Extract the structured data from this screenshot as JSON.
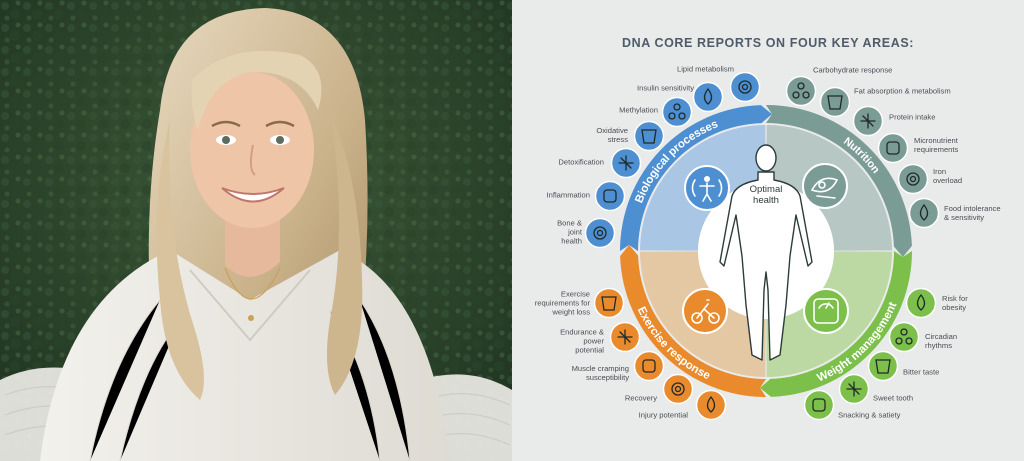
{
  "title": "DNA CORE REPORTS ON FOUR KEY AREAS:",
  "center_label": "Optimal health",
  "colors": {
    "biological": "#4d8fd1",
    "nutrition": "#7b9b95",
    "weight": "#7cc04b",
    "exercise": "#e98b2d",
    "background": "#e9eaea"
  },
  "quadrants": [
    {
      "key": "biological",
      "label": "Biological processes",
      "icon": "human-body-icon"
    },
    {
      "key": "nutrition",
      "label": "Nutrition",
      "icon": "food-icon"
    },
    {
      "key": "weight",
      "label": "Weight management",
      "icon": "scale-icon"
    },
    {
      "key": "exercise",
      "label": "Exercise response",
      "icon": "cyclist-icon"
    }
  ],
  "biological_items": [
    {
      "label": "Lipid metabolism",
      "icon": "lipid-icon"
    },
    {
      "label": "Insulin sensitivity",
      "icon": "drop-icon"
    },
    {
      "label": "Methylation",
      "icon": "molecule-icon"
    },
    {
      "label": "Oxidative stress",
      "icon": "oxidative-icon"
    },
    {
      "label": "Detoxification",
      "icon": "detox-icon"
    },
    {
      "label": "Inflammation",
      "icon": "inflammation-icon"
    },
    {
      "label": "Bone & joint health",
      "icon": "joint-icon"
    }
  ],
  "nutrition_items": [
    {
      "label": "Carbohydrate response",
      "icon": "bread-icon"
    },
    {
      "label": "Fat absorption & metabolism",
      "icon": "fat-icon"
    },
    {
      "label": "Protein intake",
      "icon": "protein-icon"
    },
    {
      "label": "Micronutrient requirements",
      "icon": "micronutrient-icon"
    },
    {
      "label": "Iron overload",
      "icon": "iron-icon"
    },
    {
      "label": "Food intolerance & sensitivity",
      "icon": "plate-icon"
    }
  ],
  "weight_items": [
    {
      "label": "Risk for obesity",
      "icon": "obesity-icon"
    },
    {
      "label": "Circadian rhythms",
      "icon": "circadian-icon"
    },
    {
      "label": "Bitter taste",
      "icon": "mouth-icon"
    },
    {
      "label": "Sweet tooth",
      "icon": "tooth-icon"
    },
    {
      "label": "Snacking & satiety",
      "icon": "utensils-icon"
    }
  ],
  "exercise_items": [
    {
      "label": "Exercise requirements for weight loss",
      "icon": "exercise-icon"
    },
    {
      "label": "Endurance & power potential",
      "icon": "endurance-icon"
    },
    {
      "label": "Muscle cramping susceptibility",
      "icon": "muscle-icon"
    },
    {
      "label": "Recovery",
      "icon": "recovery-icon"
    },
    {
      "label": "Injury potential",
      "icon": "injury-icon"
    }
  ]
}
